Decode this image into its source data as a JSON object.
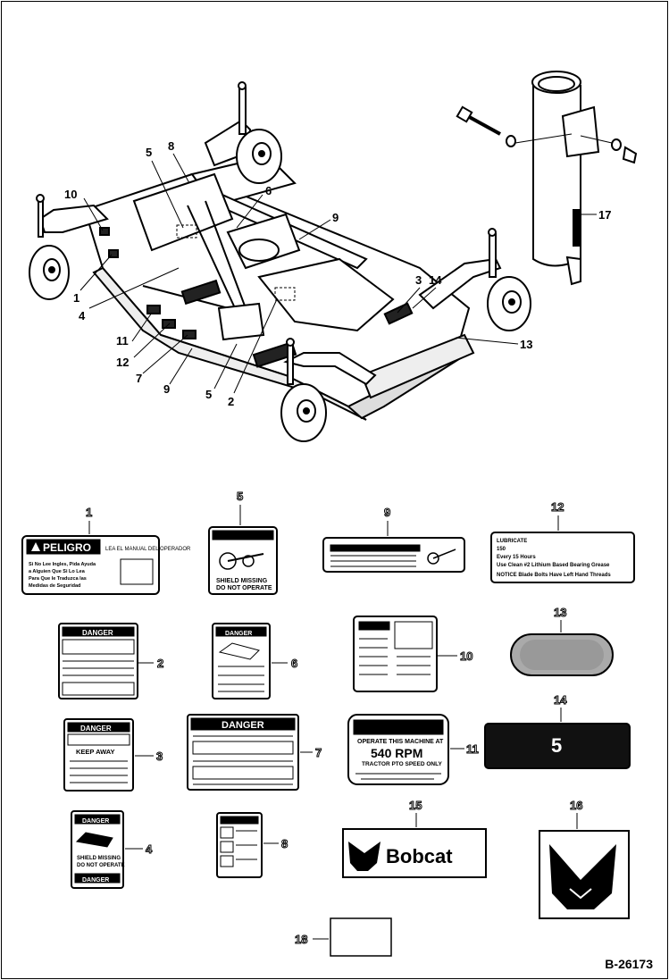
{
  "document": {
    "number": "B-26173"
  },
  "diagram": {
    "callouts": [
      "5",
      "8",
      "10",
      "6",
      "9",
      "1",
      "4",
      "11",
      "12",
      "7",
      "9",
      "5",
      "2",
      "3",
      "14",
      "13",
      "17"
    ]
  },
  "decals": [
    {
      "number": "1",
      "title": "PELIGRO",
      "subtitle": "LEA EL MANUAL DEL OPERADOR",
      "lines": [
        "Si No Lee Ingles, Pida Ayuda",
        "a Alguien Que Si Lo Lea",
        "Para Que le Traduzca las",
        "Medidas de Seguridad"
      ]
    },
    {
      "number": "5",
      "lines": [
        "SHIELD MISSING",
        "DO NOT OPERATE"
      ]
    },
    {
      "number": "9"
    },
    {
      "number": "12",
      "lines": [
        "LUBRICATE",
        "150",
        "Every 15 Hours",
        "Use Clean #2 Lithium Based Bearing Grease",
        "NOTICE   Blade Bolts Have Left Hand Threads"
      ]
    },
    {
      "number": "2",
      "title": "DANGER"
    },
    {
      "number": "6",
      "title": "DANGER"
    },
    {
      "number": "10"
    },
    {
      "number": "13"
    },
    {
      "number": "3",
      "title": "DANGER",
      "warning": "KEEP AWAY"
    },
    {
      "number": "7",
      "title": "DANGER"
    },
    {
      "number": "11",
      "lines": [
        "OPERATE THIS MACHINE AT",
        "540 RPM",
        "TRACTOR PTO SPEED ONLY"
      ]
    },
    {
      "number": "14",
      "digit": "5"
    },
    {
      "number": "4",
      "title": "DANGER",
      "lines": [
        "SHIELD MISSING",
        "DO NOT OPERATE"
      ],
      "footer": "DANGER"
    },
    {
      "number": "8"
    },
    {
      "number": "15",
      "wordmark": "Bobcat"
    },
    {
      "number": "16"
    },
    {
      "number": "18"
    }
  ]
}
